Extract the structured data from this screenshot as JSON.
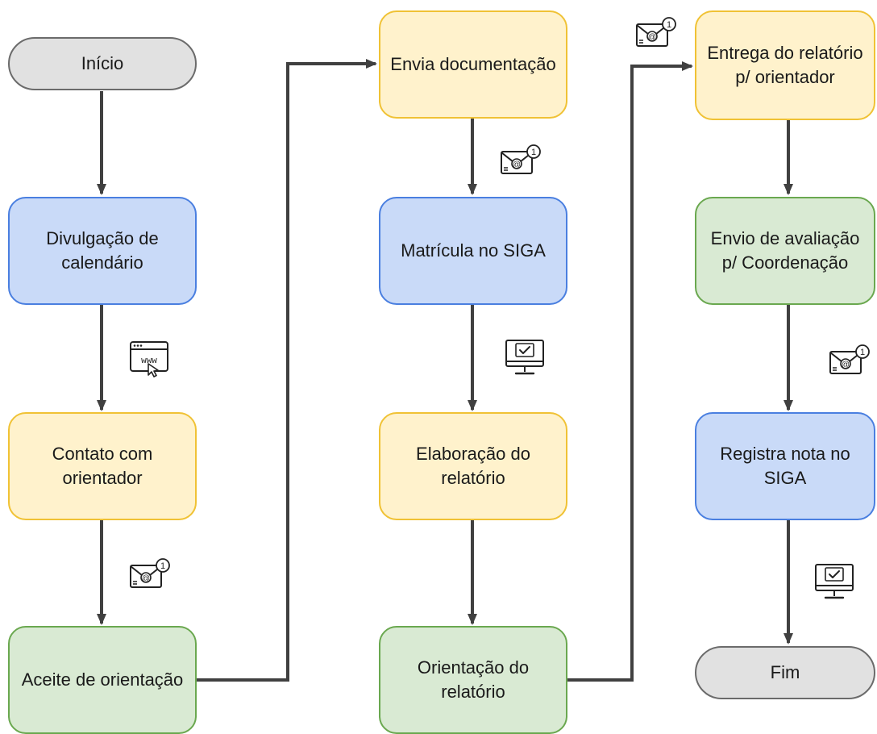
{
  "nodes": {
    "inicio": "Início",
    "divulgacao": "Divulgação de calendário",
    "contato": "Contato com orientador",
    "aceite": "Aceite de orientação",
    "envia": "Envia documentação",
    "matricula": "Matrícula no SIGA",
    "elaboracao": "Elaboração do relatório",
    "orientacao": "Orientação do relatório",
    "entrega": "Entrega do relatório p/ orientador",
    "envio": "Envio de avaliação p/ Coordenação",
    "registra": "Registra nota no SIGA",
    "fim": "Fim"
  },
  "icons": {
    "web": "web-browser-cursor-icon",
    "email": "email-notification-icon",
    "monitor": "monitor-check-icon"
  },
  "email_badge": "1",
  "web_label": "www",
  "colors": {
    "terminal_fill": "#e1e1e1",
    "terminal_stroke": "#6b6b6b",
    "blue_fill": "#c9daf8",
    "blue_stroke": "#4a7fe0",
    "yellow_fill": "#fff2cc",
    "yellow_stroke": "#f0c235",
    "green_fill": "#d9ead3",
    "green_stroke": "#6aa84f",
    "arrow": "#404040"
  }
}
